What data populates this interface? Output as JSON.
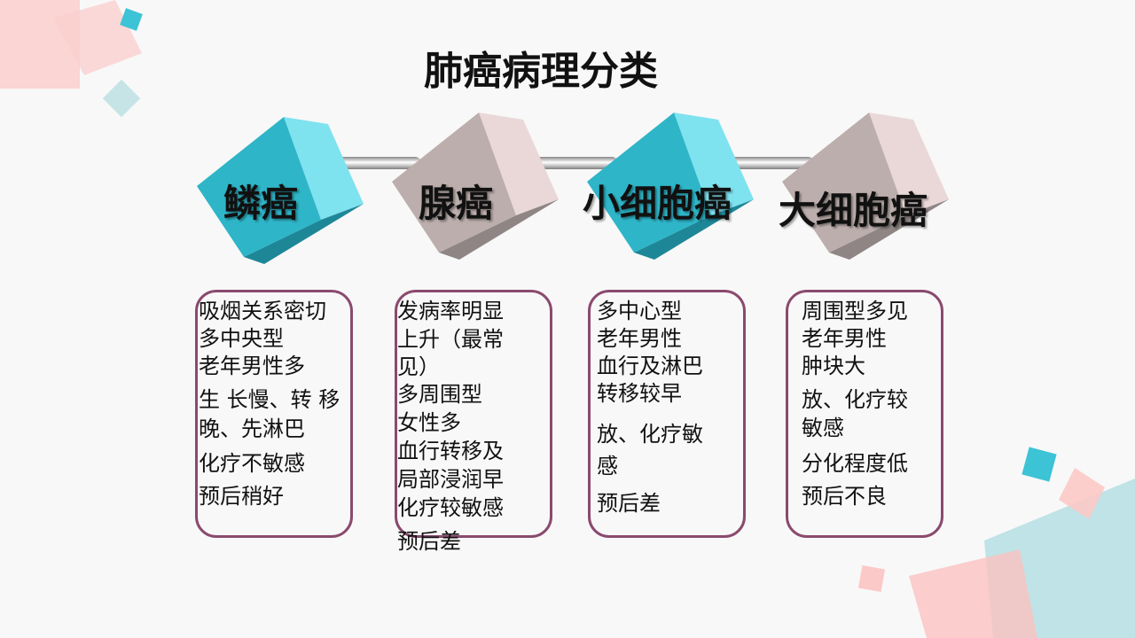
{
  "title": "肺癌病理分类",
  "colors": {
    "teal": "#2cb3c9",
    "grey": "#bdb0ae",
    "card_border": "#8a4a6e",
    "pink_deco": "#fbc9c7",
    "teal_deco": "#7fd4df"
  },
  "categories": [
    {
      "name": "鳞癌",
      "color": "teal",
      "lines": [
        "吸烟关系密切",
        "多中央型",
        "老年男性多",
        "生 长慢、转 移",
        "晚、先淋巴",
        "化疗不敏感",
        "预后稍好"
      ]
    },
    {
      "name": "腺癌",
      "color": "grey",
      "lines": [
        "发病率明显",
        "上升（最常",
        "见）",
        "多周围型",
        "女性多",
        "血行转移及",
        "局部浸润早",
        "化疗较敏感",
        "预后差"
      ]
    },
    {
      "name": "小细胞癌",
      "color": "teal",
      "lines": [
        "多中心型",
        "老年男性",
        "血行及淋巴",
        "转移较早",
        "放、化疗敏",
        "感",
        "预后差"
      ]
    },
    {
      "name": "大细胞癌",
      "color": "grey",
      "lines": [
        "周围型多见",
        "老年男性",
        "肿块大",
        "放、化疗较",
        "敏感",
        "分化程度低",
        "预后不良"
      ]
    }
  ]
}
